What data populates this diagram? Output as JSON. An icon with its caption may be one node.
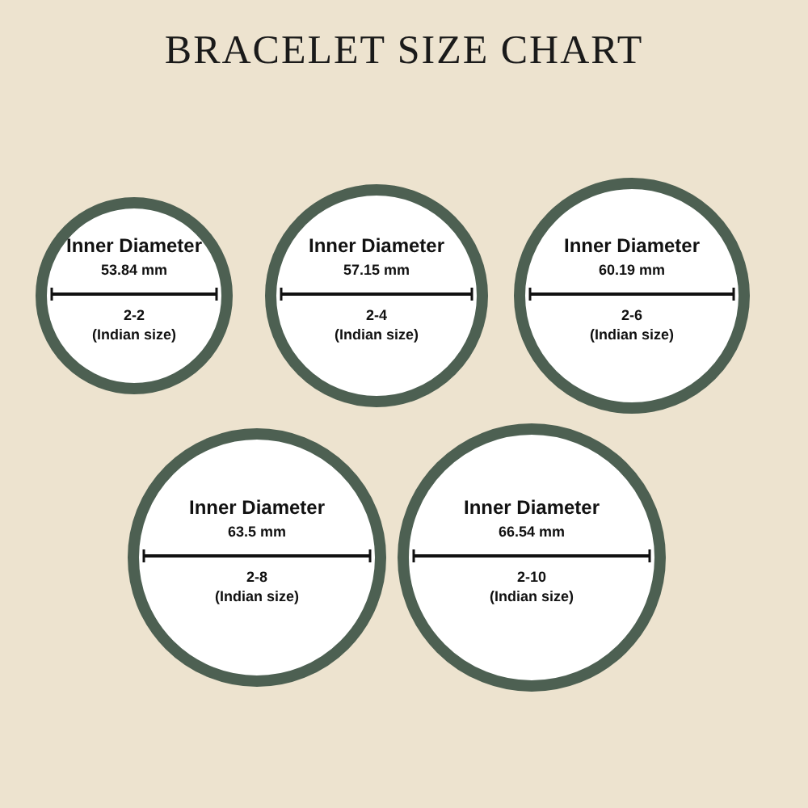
{
  "diagram": {
    "title": "BRACELET SIZE CHART",
    "nodes": [
      {
        "text": [
          "Inner Diameter",
          "53.84 mm",
          "2-2",
          "(Indian size)"
        ]
      },
      {
        "text": [
          "Inner Diameter",
          "57.15 mm",
          "2-4",
          "(Indian size)"
        ]
      },
      {
        "text": [
          "Inner Diameter",
          "60.19 mm",
          "2-6",
          "(Indian size)"
        ]
      },
      {
        "text": [
          "Inner Diameter",
          "63.5 mm",
          "2-8",
          "(Indian size)"
        ]
      },
      {
        "text": [
          "Inner Diameter",
          "66.54 mm",
          "2-10",
          "(Indian size)"
        ]
      }
    ]
  }
}
